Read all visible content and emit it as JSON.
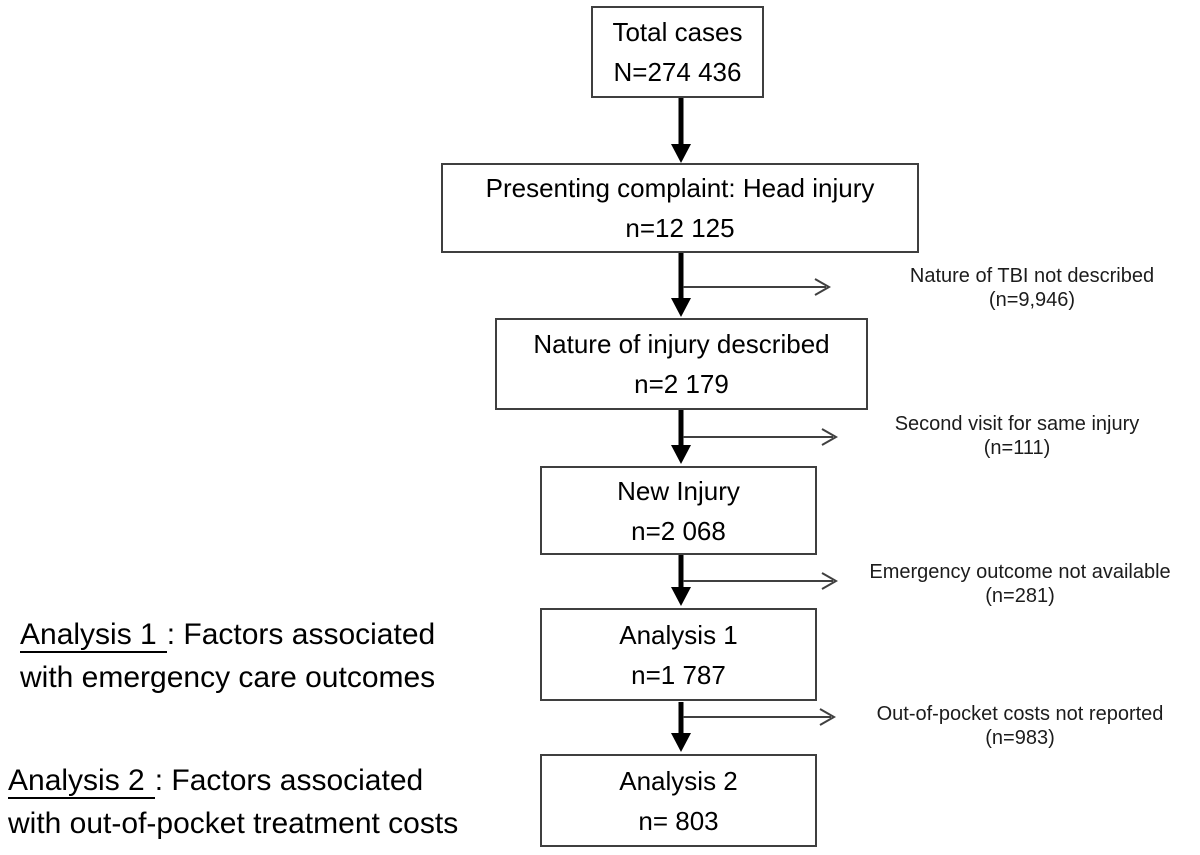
{
  "diagram": {
    "boxes": [
      {
        "label": "Total cases",
        "count": "N=274 436"
      },
      {
        "label": "Presenting complaint: Head injury",
        "count": "n=12 125"
      },
      {
        "label": "Nature of injury described",
        "count": "n=2 179"
      },
      {
        "label": "New Injury",
        "count": "n=2 068"
      },
      {
        "label": "Analysis 1",
        "count": "n=1 787"
      },
      {
        "label": "Analysis 2",
        "count": "n= 803"
      }
    ],
    "exclusions": [
      {
        "label": "Nature of TBI not described",
        "count": "(n=9,946)"
      },
      {
        "label": "Second visit for same injury",
        "count": "(n=111)"
      },
      {
        "label": "Emergency outcome not available",
        "count": "(n=281)"
      },
      {
        "label": "Out-of-pocket costs not reported",
        "count": "(n=983)"
      }
    ],
    "annotations": [
      {
        "underlined": "Analysis 1",
        "after": ": Factors associated",
        "line2": "with emergency care outcomes"
      },
      {
        "underlined": "Analysis 2",
        "after": ": Factors associated",
        "line2": "with out-of-pocket treatment costs"
      }
    ],
    "colors": {
      "background": "#ffffff",
      "box_border": "#3f3f3f",
      "text": "#000000",
      "thick_arrow": "#000000",
      "thin_arrow": "#404040"
    }
  }
}
